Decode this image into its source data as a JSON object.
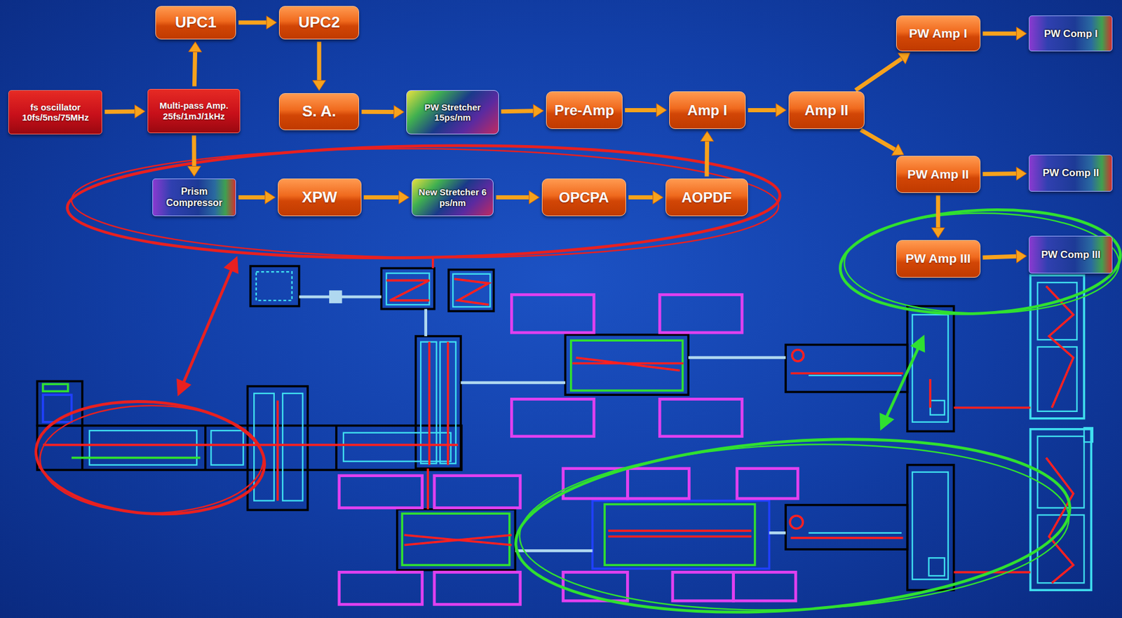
{
  "diagram": {
    "nodes": [
      {
        "text": [
          "UPC1"
        ]
      },
      {
        "text": [
          "UPC2"
        ]
      },
      {
        "text": [
          "PW Amp I"
        ]
      },
      {
        "text": [
          "PW Comp I"
        ]
      },
      {
        "text": [
          "fs oscillator 10fs/5ns/75MHz"
        ]
      },
      {
        "text": [
          "Multi-pass Amp. 25fs/1mJ/1kHz"
        ]
      },
      {
        "text": [
          "S. A."
        ]
      },
      {
        "text": [
          "PW Stretcher 15ps/nm"
        ]
      },
      {
        "text": [
          "Pre-Amp"
        ]
      },
      {
        "text": [
          "Amp I"
        ]
      },
      {
        "text": [
          "Amp II"
        ]
      },
      {
        "text": [
          "PW Amp II"
        ]
      },
      {
        "text": [
          "PW Comp II"
        ]
      },
      {
        "text": [
          "Prism Compressor"
        ]
      },
      {
        "text": [
          "XPW"
        ]
      },
      {
        "text": [
          "New Stretcher 6 ps/nm"
        ]
      },
      {
        "text": [
          "OPCPA"
        ]
      },
      {
        "text": [
          "AOPDF"
        ]
      },
      {
        "text": [
          "PW Amp III"
        ]
      },
      {
        "text": [
          "PW Comp III"
        ]
      }
    ],
    "edges": [
      {
        "from": 4,
        "to": 5,
        "arrow": "to"
      },
      {
        "from": 5,
        "to": 0,
        "arrow": "to"
      },
      {
        "from": 0,
        "to": 1,
        "arrow": "to"
      },
      {
        "from": 1,
        "to": 6,
        "arrow": "to"
      },
      {
        "from": 6,
        "to": 7,
        "arrow": "to"
      },
      {
        "from": 7,
        "to": 8,
        "arrow": "to"
      },
      {
        "from": 8,
        "to": 9,
        "arrow": "to"
      },
      {
        "from": 9,
        "to": 10,
        "arrow": "to"
      },
      {
        "from": 10,
        "to": 2,
        "arrow": "to"
      },
      {
        "from": 10,
        "to": 11,
        "arrow": "to"
      },
      {
        "from": 2,
        "to": 3,
        "arrow": "to"
      },
      {
        "from": 11,
        "to": 12,
        "arrow": "to"
      },
      {
        "from": 11,
        "to": 18,
        "arrow": "to"
      },
      {
        "from": 18,
        "to": 19,
        "arrow": "to"
      },
      {
        "from": 5,
        "to": 13,
        "arrow": "to"
      },
      {
        "from": 13,
        "to": 14,
        "arrow": "to"
      },
      {
        "from": 14,
        "to": 15,
        "arrow": "to"
      },
      {
        "from": 15,
        "to": 16,
        "arrow": "to"
      },
      {
        "from": 16,
        "to": 17,
        "arrow": "to"
      },
      {
        "from": 17,
        "to": 9,
        "arrow": "to"
      }
    ]
  }
}
